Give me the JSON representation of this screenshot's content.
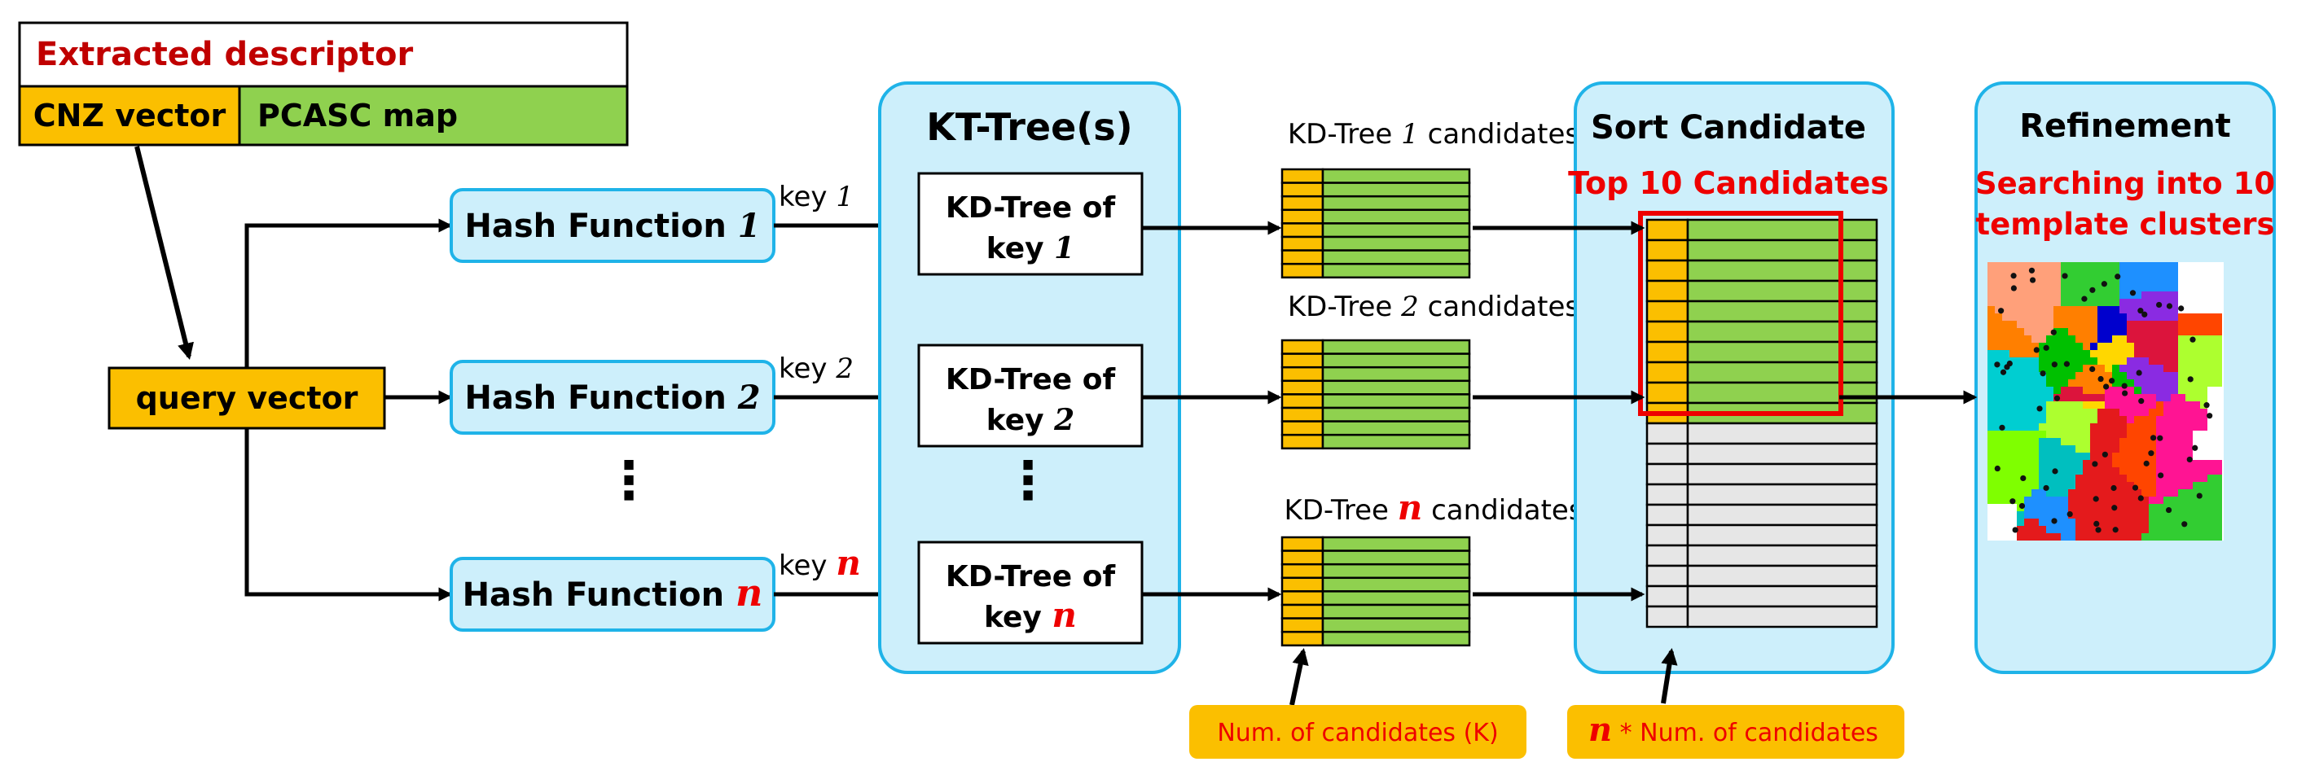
{
  "descriptor": {
    "title": "Extracted descriptor",
    "cnz_label": "CNZ vector",
    "pcasc_label": "PCASC map"
  },
  "query": {
    "label": "query vector"
  },
  "hash": {
    "prefix": "Hash Function ",
    "items": [
      {
        "index": "1",
        "key_prefix": "key ",
        "key_index": "1"
      },
      {
        "index": "2",
        "key_prefix": "key ",
        "key_index": "2"
      },
      {
        "index": "n",
        "key_prefix": "key ",
        "key_index": "n"
      }
    ]
  },
  "kt": {
    "title": "KT-Tree(s)",
    "node_line1": "KD-Tree of",
    "node_line2_prefix": "key ",
    "node_indices": [
      "1",
      "2",
      "n"
    ]
  },
  "candidates": {
    "label_prefix": "KD-Tree ",
    "label_suffix": " candidates",
    "indices": [
      "1",
      "2",
      "n"
    ],
    "rows_per_list": 8
  },
  "sort": {
    "title": "Sort Candidate",
    "top_label": "Top 10 Candidates",
    "highlighted_rows": 10,
    "total_rows": 20
  },
  "refine": {
    "title": "Refinement",
    "subtitle_line1": "Searching into 10",
    "subtitle_line2": "template clusters"
  },
  "notes": {
    "k_label": "Num. of candidates (K)",
    "n_symbol": "n",
    "n_label": " * Num. of candidates"
  },
  "ellipsis": "⋮",
  "colors": {
    "orange": "#fbbf00",
    "green": "#8fd14f",
    "light_blue": "#cdeffb",
    "blue_border": "#1fb3e8",
    "red_text": "#ee0000",
    "dark_red_text": "#c00000",
    "grey_row": "#e6e6e6"
  }
}
